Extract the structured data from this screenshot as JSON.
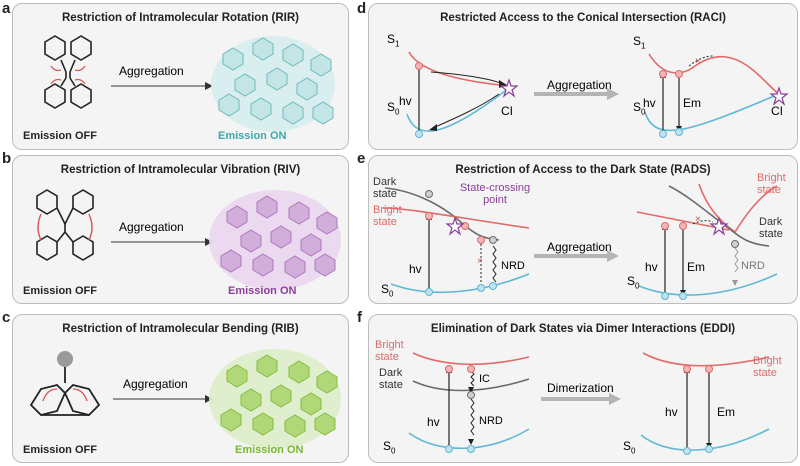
{
  "labels": {
    "a": "a",
    "b": "b",
    "c": "c",
    "d": "d",
    "e": "e",
    "f": "f"
  },
  "panel_a": {
    "title": "Restriction of Intramolecular Rotation (RIR)",
    "arrow": "Aggregation",
    "off": "Emission OFF",
    "on": "Emission ON",
    "on_color": "#3aa9a9"
  },
  "panel_b": {
    "title": "Restriction of Intramolecular Vibration (RIV)",
    "arrow": "Aggregation",
    "off": "Emission OFF",
    "on": "Emission ON",
    "on_color": "#8a3f9a"
  },
  "panel_c": {
    "title": "Restriction of Intramolecular Bending (RIB)",
    "arrow": "Aggregation",
    "off": "Emission OFF",
    "on": "Emission ON",
    "on_color": "#7ab830"
  },
  "panel_d": {
    "title": "Restricted Access to the Conical Intersection (RACI)",
    "arrow": "Aggregation",
    "s1": "S",
    "s1_sub": "1",
    "s0": "S",
    "s0_sub": "0",
    "hv": "hv",
    "em": "Em",
    "ci": "CI"
  },
  "panel_e": {
    "title": "Restriction of Access to the Dark State (RADS)",
    "arrow": "Aggregation",
    "dark": "Dark state",
    "bright": "Bright state",
    "crossing": "State-crossing point",
    "hv": "hv",
    "em": "Em",
    "nrd": "NRD",
    "s0": "S",
    "s0_sub": "0"
  },
  "panel_f": {
    "title": "Elimination of Dark States via Dimer Interactions (EDDI)",
    "arrow": "Dimerization",
    "bright": "Bright state",
    "dark": "Dark state",
    "ic": "IC",
    "hv": "hv",
    "em": "Em",
    "nrd": "NRD",
    "s0": "S",
    "s0_sub": "0"
  },
  "colors": {
    "s1": "#e06a6a",
    "s0": "#5fb7d6",
    "dark": "#6b6b6b",
    "arrow_gray": "#b4b4b4",
    "star": "#8a3f9a"
  }
}
